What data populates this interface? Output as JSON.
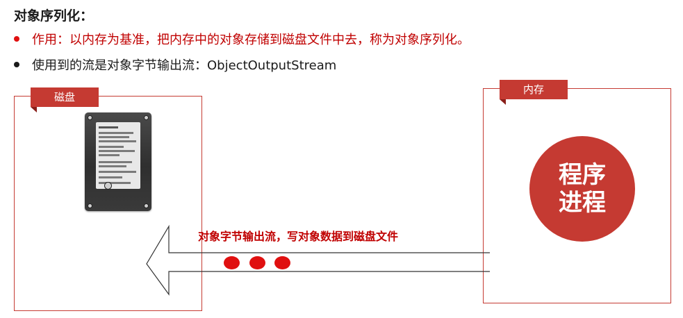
{
  "title": "对象序列化：",
  "bullets": [
    {
      "text": "作用：以内存为基准，把内存中的对象存储到磁盘文件中去，称为对象序列化。",
      "color": "#c00000"
    },
    {
      "text": "使用到的流是对象字节输出流：ObjectOutputStream",
      "color": "#1a1a1a"
    }
  ],
  "disk_box": {
    "label": "磁盘"
  },
  "memory_box": {
    "label": "内存",
    "circle_line1": "程序",
    "circle_line2": "进程"
  },
  "arrow": {
    "label": "对象字节输出流，写对象数据到磁盘文件"
  },
  "colors": {
    "accent": "#c53a32",
    "label_red": "#c00000",
    "dot_red": "#e01010"
  },
  "icons": {
    "hard_drive": "hard-drive-icon"
  }
}
